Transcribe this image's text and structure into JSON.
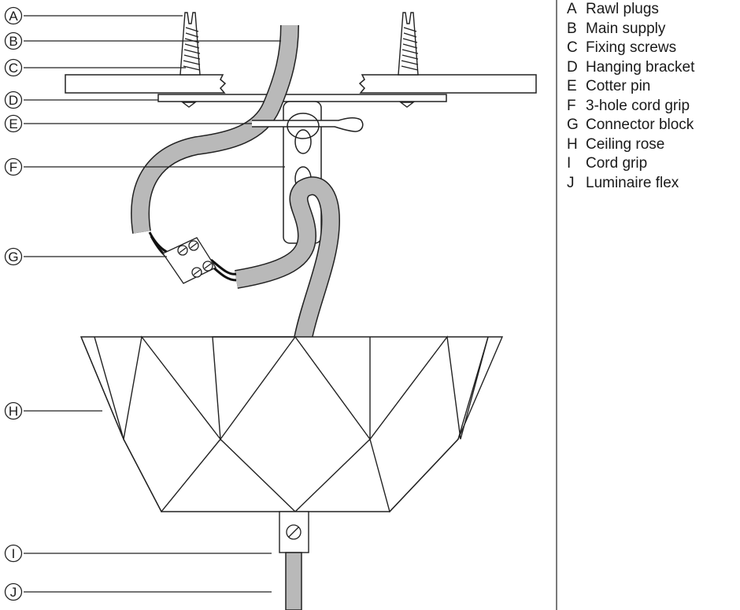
{
  "callouts": [
    "A",
    "B",
    "C",
    "D",
    "E",
    "F",
    "G",
    "H",
    "I",
    "J"
  ],
  "legend": [
    {
      "letter": "A",
      "text": "Rawl plugs"
    },
    {
      "letter": "B",
      "text": "Main supply"
    },
    {
      "letter": "C",
      "text": "Fixing screws"
    },
    {
      "letter": "D",
      "text": "Hanging bracket"
    },
    {
      "letter": "E",
      "text": "Cotter pin"
    },
    {
      "letter": "F",
      "text": "3-hole cord grip"
    },
    {
      "letter": "G",
      "text": "Connector block"
    },
    {
      "letter": "H",
      "text": "Ceiling rose"
    },
    {
      "letter": "I",
      "text": "Cord grip"
    },
    {
      "letter": "J",
      "text": "Luminaire flex"
    }
  ]
}
